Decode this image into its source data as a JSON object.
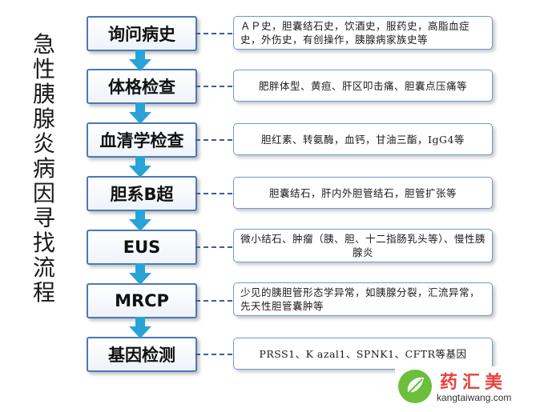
{
  "title": "急性胰腺炎病因寻找流程",
  "steps": [
    {
      "label": "询问病史",
      "detail": "ＡＰ史，胆囊结石史，饮酒史，服药史，高脂血症史，外伤史，有创操作，胰腺病家族史等"
    },
    {
      "label": "体格检查",
      "detail": "肥胖体型、黄疸、肝区叩击痛、胆囊点压痛等"
    },
    {
      "label": "血清学检查",
      "detail": "胆红素、转氨酶，血钙，甘油三酯，IgG4等"
    },
    {
      "label": "胆系B超",
      "detail": "胆囊结石，肝内外胆管结石，胆管扩张等"
    },
    {
      "label": "EUS",
      "detail": "微小结石、肿瘤（胰、胆、十二指肠乳头等）、慢性胰腺炎"
    },
    {
      "label": "MRCP",
      "detail": "少见的胰胆管形态学异常，如胰腺分裂，汇流异常，先天性胆管囊肿等"
    },
    {
      "label": "基因检测",
      "detail": "PRSS1、K azal1、SPNK1、CFTR等基因"
    }
  ],
  "watermark": {
    "name": "药汇美",
    "url": "kangtaiwang.com"
  },
  "colors": {
    "box_border": "#4a7ab5",
    "arrow": "#29a3d6",
    "connector": "#3a5f96",
    "logo_green": "#6bbf3a",
    "logo_red": "#e8413c"
  }
}
